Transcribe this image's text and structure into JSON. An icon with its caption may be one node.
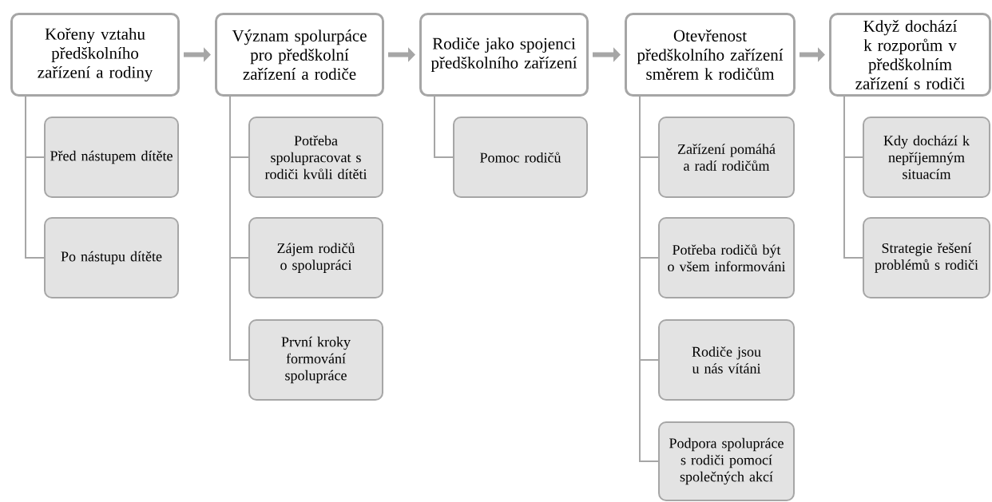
{
  "diagram": {
    "nodes": [
      {
        "text": [
          "Kořeny vztahu předškolního zařízení a rodiny"
        ]
      },
      {
        "text": [
          "Před nástupem dítěte"
        ]
      },
      {
        "text": [
          "Po nástupu dítěte"
        ]
      },
      {
        "text": [
          "Význam spolurpáce pro předškolní zařízení a rodiče"
        ]
      },
      {
        "text": [
          "Potřeba spolupracovat s rodiči kvůli dítěti"
        ]
      },
      {
        "text": [
          "Zájem rodičů o spolupráci"
        ]
      },
      {
        "text": [
          "První kroky formování spolupráce"
        ]
      },
      {
        "text": [
          "Rodiče jako spojenci předškolního zařízení"
        ]
      },
      {
        "text": [
          "Pomoc rodičů"
        ]
      },
      {
        "text": [
          "Otevřenost předškolního zařízení směrem k rodičům"
        ]
      },
      {
        "text": [
          "Zařízení pomáhá a radí rodičům"
        ]
      },
      {
        "text": [
          "Potřeba rodičů být o všem informováni"
        ]
      },
      {
        "text": [
          "Rodiče jsou u nás vítáni"
        ]
      },
      {
        "text": [
          "Podpora spolupráce s rodiči pomocí společných akcí"
        ]
      },
      {
        "text": [
          "Když dochází k rozporům v předškolním zařízení s rodiči"
        ]
      },
      {
        "text": [
          "Kdy dochází k nepříjemným situacím"
        ]
      },
      {
        "text": [
          "Strategie řešení problémů s rodiči"
        ]
      }
    ],
    "edges": [
      {
        "from": 0,
        "to": 3,
        "arrow": "to",
        "style": "thick"
      },
      {
        "from": 3,
        "to": 7,
        "arrow": "to",
        "style": "thick"
      },
      {
        "from": 7,
        "to": 9,
        "arrow": "to",
        "style": "thick"
      },
      {
        "from": 9,
        "to": 14,
        "arrow": "to",
        "style": "thick"
      },
      {
        "from": 0,
        "to": 1,
        "arrow": "none"
      },
      {
        "from": 0,
        "to": 2,
        "arrow": "none"
      },
      {
        "from": 3,
        "to": 4,
        "arrow": "none"
      },
      {
        "from": 3,
        "to": 5,
        "arrow": "none"
      },
      {
        "from": 3,
        "to": 6,
        "arrow": "none"
      },
      {
        "from": 7,
        "to": 8,
        "arrow": "none"
      },
      {
        "from": 9,
        "to": 10,
        "arrow": "none"
      },
      {
        "from": 9,
        "to": 11,
        "arrow": "none"
      },
      {
        "from": 9,
        "to": 12,
        "arrow": "none"
      },
      {
        "from": 9,
        "to": 13,
        "arrow": "none"
      },
      {
        "from": 14,
        "to": 15,
        "arrow": "none"
      },
      {
        "from": 14,
        "to": 16,
        "arrow": "none"
      }
    ]
  }
}
